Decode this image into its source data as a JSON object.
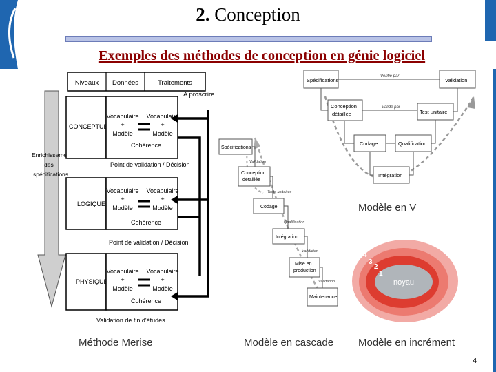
{
  "slide": {
    "title_number": "2.",
    "title_text": "Conception",
    "subtitle": "Exemples des méthodes de conception en génie logiciel",
    "page_number": "4"
  },
  "merise": {
    "headers": [
      "Niveaux",
      "Données",
      "Traitements"
    ],
    "a_proscrire": "A proscrire",
    "side_label": [
      "Enrichissement",
      "des",
      "spécifications"
    ],
    "levels": [
      {
        "name": "CONCEPTUEL",
        "vocab_left": [
          "Vocabulaire",
          "+",
          "Modèle"
        ],
        "vocab_right": [
          "Vocabulaire",
          "+",
          "Modèle"
        ],
        "coherence": "Cohérence"
      },
      {
        "name": "LOGIQUE",
        "vocab_left": [
          "Vocabulaire",
          "+",
          "Modèle"
        ],
        "vocab_right": [
          "Vocabulaire",
          "+",
          "Modèle"
        ],
        "coherence": "Cohérence"
      },
      {
        "name": "PHYSIQUE",
        "vocab_left": [
          "Vocabulaire",
          "+",
          "Modèle"
        ],
        "vocab_right": [
          "Vocabulaire",
          "+",
          "Modèle"
        ],
        "coherence": "Cohérence"
      }
    ],
    "validation_1": "Point de validation / Décision",
    "validation_2": "Point de validation / Décision",
    "validation_end": "Validation de fin d'études",
    "caption": "Méthode Merise"
  },
  "cascade": {
    "boxes": [
      "Spécifications",
      "Conception détaillée",
      "Codage",
      "Intégration",
      "Mise en production",
      "Maintenance"
    ],
    "validations": [
      "Validation",
      "Tests unitaires",
      "Qualification",
      "Validation",
      "Validation"
    ],
    "caption": "Modèle en cascade"
  },
  "vmodel": {
    "boxes": {
      "spec": "Spécifications",
      "validation": "Validation",
      "conception": "Conception détaillée",
      "tests": "Test unitaire",
      "codage": "Codage",
      "qualification": "Qualification",
      "integration": "Intégration"
    },
    "verifie_par": "Vérifié par",
    "valide_par": "Validé par",
    "caption": "Modèle en V"
  },
  "increment": {
    "numbers": [
      "4",
      "3",
      "2",
      "1"
    ],
    "core_label": "noyau",
    "caption": "Modèle en incrément"
  },
  "colors": {
    "title_red": "#8b0000",
    "ring_outer": "#f2aaa5",
    "ring_mid": "#ec7a70",
    "ring_inner": "#dd3c30",
    "core": "#b0b5ba"
  }
}
